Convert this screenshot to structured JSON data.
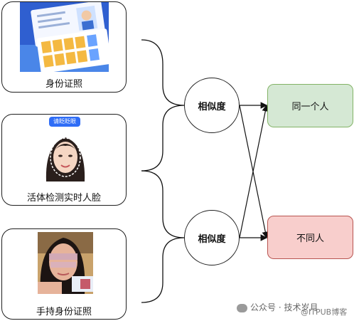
{
  "inputs": [
    {
      "label": "身份证照"
    },
    {
      "label": "活体检测实时人脸",
      "badge": "请眨眨眼"
    },
    {
      "label": "手持身份证照"
    }
  ],
  "similarity": [
    {
      "label": "相似度"
    },
    {
      "label": "相似度"
    }
  ],
  "results": [
    {
      "label": "同一个人",
      "fill": "#d5e8d4",
      "stroke": "#82b366"
    },
    {
      "label": "不同人",
      "fill": "#f8cecc",
      "stroke": "#b85450"
    }
  ],
  "watermark": {
    "text1": "公众号 · 技术岁月",
    "text2": "@ITPUB博客"
  },
  "colors": {
    "line": "#111111"
  }
}
